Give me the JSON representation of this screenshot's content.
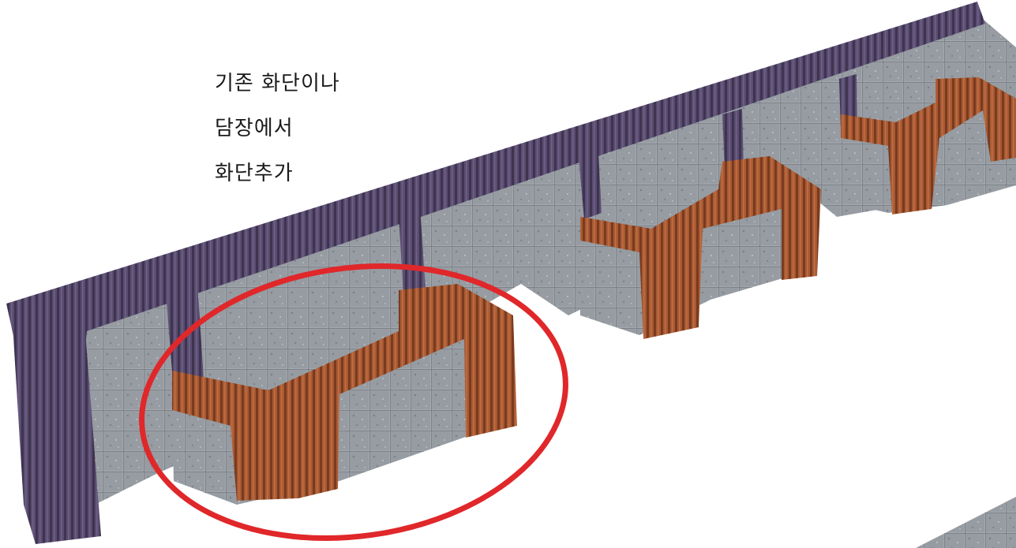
{
  "caption": {
    "line1": "기존 화단이나",
    "line2": "담장에서",
    "line3": "화단추가"
  },
  "colors": {
    "background": "#ffffff",
    "wall_cap": "#55486a",
    "wall_block": "#9aa0a6",
    "planter_brick": "#a2532f",
    "highlight_ellipse": "#e0272a",
    "caption_text": "#1a1a1a"
  },
  "icons": [
    "wall-illustration",
    "highlight-ellipse"
  ]
}
